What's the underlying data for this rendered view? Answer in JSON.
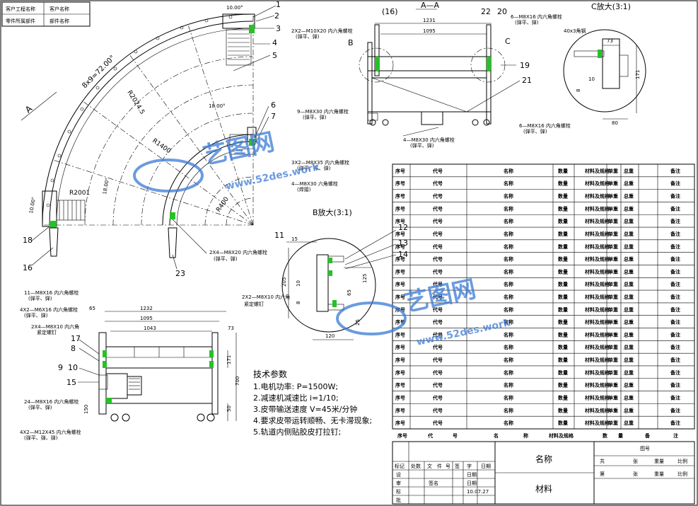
{
  "header_box": {
    "r1c1": "客户工程名称",
    "r1c2": "客户名称",
    "r2c1": "零件所属部件",
    "r2c2": "部件名称"
  },
  "plan_view": {
    "angle_top": "10.00°",
    "angle_left": "10.00°",
    "segments": "8x9=72.00°",
    "r1": "R2024.5",
    "r2": "R1400",
    "r3": "R2001",
    "r4": "R400",
    "a18": "18.00°",
    "a18b": "18.00°",
    "callouts": [
      "1",
      "2",
      "3",
      "4",
      "5",
      "6",
      "7",
      "18",
      "16",
      "23"
    ],
    "notes": {
      "n3": "2X2—M10X20 内六角螺栓",
      "n3b": "(弹平、弹)",
      "n6": "9—M8X30 内六角螺栓",
      "n6b": "(弹平、弹)",
      "n7a": "3X2—M8X35 内六角螺栓",
      "n7ab": "(弹平、平、弹)",
      "n7b": "4—M8X30 六角螺栓",
      "n7bb": "(焊接)",
      "n23": "2X4—M8X20 内六角螺栓",
      "n23b": "(弹平、弹)"
    },
    "view_label": "A"
  },
  "section_aa": {
    "title": "A—A",
    "d1": "1231",
    "d2": "1095",
    "c16": "(16)",
    "c22": "22",
    "c20": "20",
    "c19": "19",
    "c21": "21",
    "lb": "B",
    "lc": "C",
    "n20": "6—M8X16 内六角螺栓",
    "n20b": "(弹平、弹)",
    "n4": "4—M8X30 内六角螺栓",
    "n4b": "(弹平、弹)",
    "n6": "6—M8X16 内六角螺栓",
    "n6b": "(弹平、弹)"
  },
  "detail_c": {
    "title": "C放大(3:1)",
    "d73": "73",
    "d40": "40x3角钢",
    "d10": "10",
    "d8": "8",
    "d171": "171",
    "d80": "80"
  },
  "detail_b": {
    "title": "B放大(3:1)",
    "c11": "11",
    "c12": "12",
    "c13": "13",
    "c14": "14",
    "d15": "15",
    "d205": "205",
    "d125": "125",
    "d65": "65",
    "d25": "25",
    "d8": "8",
    "d120": "120",
    "d10": "10"
  },
  "front_view": {
    "d1232": "1232",
    "d1095": "1095",
    "d1043": "1043",
    "d65": "65",
    "d73": "73",
    "d171": "171",
    "d700": "700",
    "d50": "50",
    "d150": "150",
    "callouts": [
      "17",
      "8",
      "9",
      "10",
      "15"
    ],
    "n11": "11—M8X16 内六角螺栓",
    "n11b": "(弹平、弹)",
    "n4x2": "4X2—M6X16 内六角螺栓",
    "n4x2b": "(弹平、弹)",
    "n2x4": "2X4—M8X10 内六角",
    "n2x4b": "紧定螺钉",
    "n2x2": "2X2—M8X10 内六角",
    "n2x2b": "紧定螺钉",
    "n24": "24—M8X16 内六角螺栓",
    "n24b": "(弹平、弹)",
    "n4x2m12": "4X2—M12X45 内六角螺栓",
    "n4x2m12b": "(弹平、弹、弹)"
  },
  "tech": {
    "title": "技术参数",
    "lines": [
      "1.电机功率: P=1500W;",
      "2.减速机减速比 i=1/10;",
      "3.皮带输送速度 V=45米/分钟",
      "4.要求皮带运转顺畅、无卡滞现象;",
      "5.轨道内侧贴胶皮打拉钉;"
    ]
  },
  "bom": {
    "row_labels": [
      "序号",
      "代号",
      "名称",
      "数量",
      "材料及规格",
      "单重",
      "总重",
      "备注"
    ],
    "header": [
      "序号",
      "代",
      "号",
      "名",
      "称",
      "材料及规格",
      "数",
      "量",
      "备",
      "注"
    ]
  },
  "title_block": {
    "name": "名称",
    "material": "材料",
    "drawing_no": "图号",
    "row1": [
      "标记",
      "处数",
      "文",
      "件",
      "号",
      "签",
      "字",
      "日期"
    ],
    "design": "设",
    "check": "审",
    "std": "标",
    "approve": "批",
    "sign": "签名",
    "date_label": "日期",
    "date": "10.07.27",
    "scale": "比例",
    "weight": "重量",
    "total": "共",
    "sheet": "张",
    "page": "第"
  },
  "watermark": {
    "text1": "艺图网",
    "text2": "www.52des.work"
  }
}
